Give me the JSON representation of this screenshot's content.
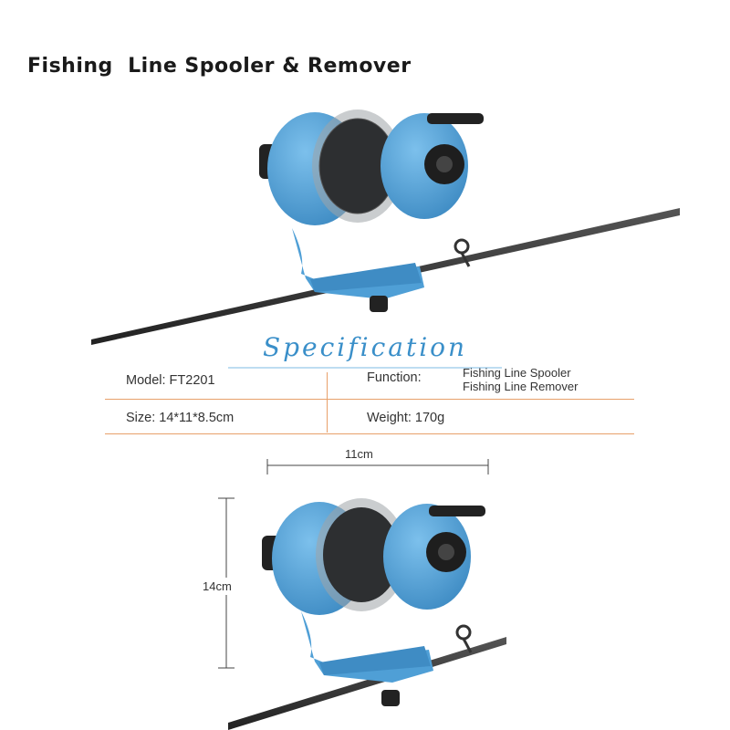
{
  "title": "Fishing  Line Spooler & Remover",
  "specification": {
    "heading": "Specification",
    "model": "Model: FT2201",
    "function_label": "Function:",
    "function_values": [
      "Fishing Line Spooler",
      "Fishing Line Remover"
    ],
    "size": "Size: 14*11*8.5cm",
    "weight": "Weight: 170g"
  },
  "dimensions": {
    "width_label": "11cm",
    "height_label": "14cm"
  },
  "colors": {
    "body_blue": "#4f9fd6",
    "accent_orange": "#e8a06a",
    "heading_blue": "#3a8fc9"
  }
}
